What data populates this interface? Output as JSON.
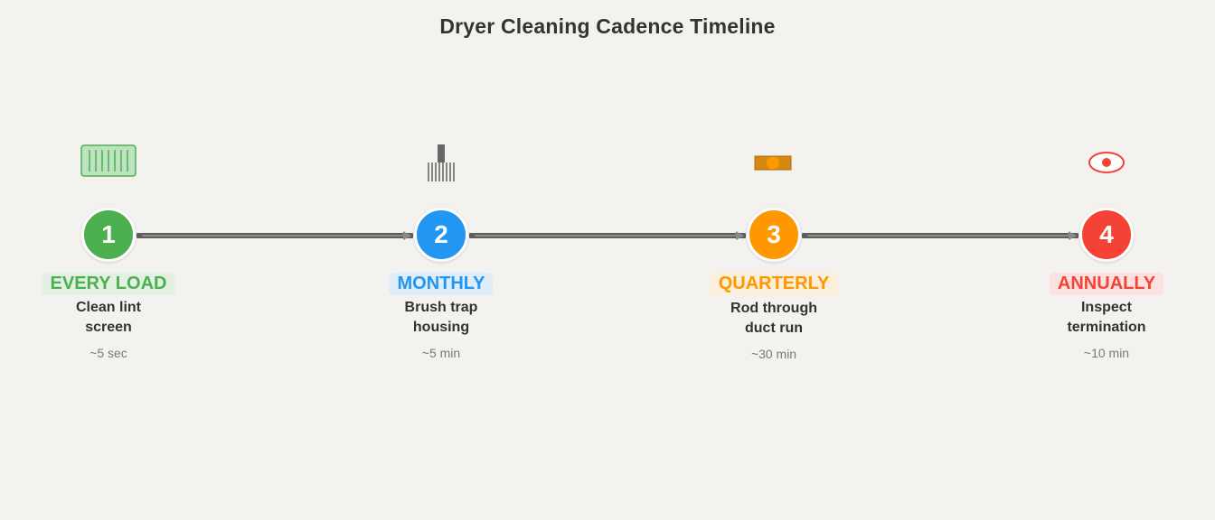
{
  "title": "Dryer Cleaning Cadence Timeline",
  "colors": {
    "connector": "#5e5e5e",
    "text": "#333333",
    "muted": "#7a7a7a",
    "background": "#f4f2ee"
  },
  "steps": [
    {
      "number": "1",
      "frequency": "EVERY LOAD",
      "task": "Clean lint\nscreen",
      "duration": "~5 sec",
      "icon": "lint-screen-icon",
      "color": "#4caf50",
      "tint": "#e2f1e1"
    },
    {
      "number": "2",
      "frequency": "MONTHLY",
      "task": "Brush trap\nhousing",
      "duration": "~5 min",
      "icon": "brush-icon",
      "color": "#2196f3",
      "tint": "#deedf8"
    },
    {
      "number": "3",
      "frequency": "QUARTERLY",
      "task": "Rod through\nduct run",
      "duration": "~30 min",
      "icon": "duct-rod-icon",
      "color": "#ff9800",
      "tint": "#fbeedb"
    },
    {
      "number": "4",
      "frequency": "ANNUALLY",
      "task": "Inspect\ntermination",
      "duration": "~10 min",
      "icon": "eye-icon",
      "color": "#f44336",
      "tint": "#fbe1df"
    }
  ]
}
